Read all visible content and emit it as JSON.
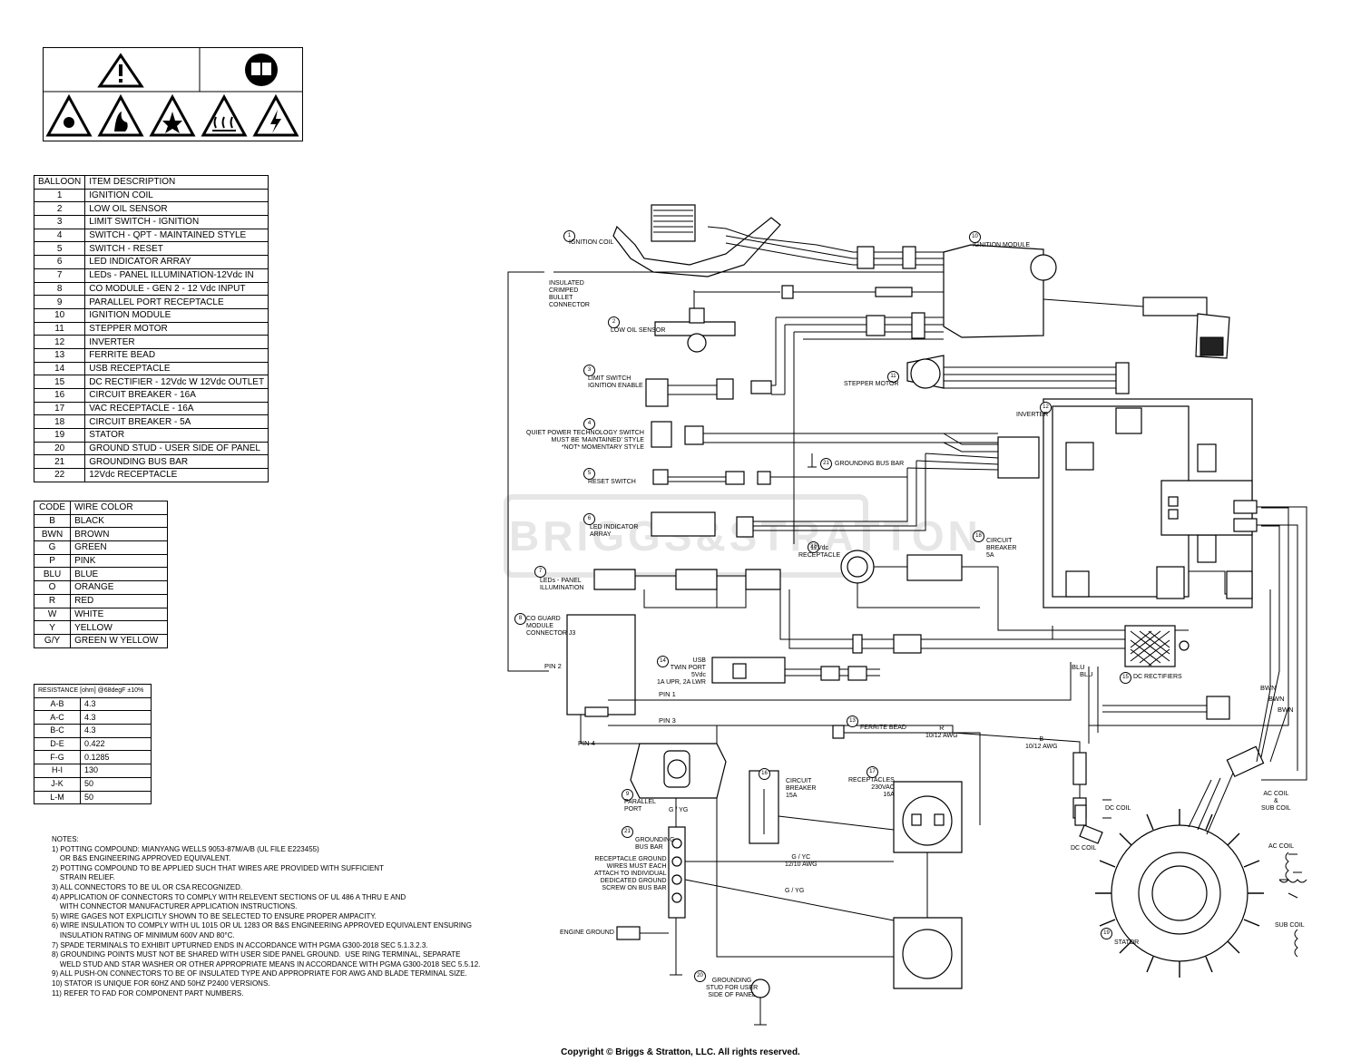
{
  "balloon_table": {
    "headers": [
      "BALLOON",
      "ITEM DESCRIPTION"
    ],
    "rows": [
      [
        "1",
        "IGNITION COIL"
      ],
      [
        "2",
        "LOW OIL SENSOR"
      ],
      [
        "3",
        "LIMIT SWITCH - IGNITION"
      ],
      [
        "4",
        "SWITCH - QPT - MAINTAINED STYLE"
      ],
      [
        "5",
        "SWITCH - RESET"
      ],
      [
        "6",
        "LED INDICATOR ARRAY"
      ],
      [
        "7",
        "LEDs - PANEL ILLUMINATION-12Vdc IN"
      ],
      [
        "8",
        "CO MODULE - GEN 2 - 12 Vdc INPUT"
      ],
      [
        "9",
        "PARALLEL PORT RECEPTACLE"
      ],
      [
        "10",
        "IGNITION MODULE"
      ],
      [
        "11",
        "STEPPER MOTOR"
      ],
      [
        "12",
        "INVERTER"
      ],
      [
        "13",
        "FERRITE BEAD"
      ],
      [
        "14",
        "USB RECEPTACLE"
      ],
      [
        "15",
        "DC RECTIFIER - 12Vdc W 12Vdc OUTLET"
      ],
      [
        "16",
        "CIRCUIT BREAKER - 16A"
      ],
      [
        "17",
        "VAC RECEPTACLE - 16A"
      ],
      [
        "18",
        "CIRCUIT BREAKER - 5A"
      ],
      [
        "19",
        "STATOR"
      ],
      [
        "20",
        "GROUND STUD - USER SIDE OF PANEL"
      ],
      [
        "21",
        "GROUNDING BUS BAR"
      ],
      [
        "22",
        "12Vdc RECEPTACLE"
      ]
    ]
  },
  "wire_table": {
    "headers": [
      "CODE",
      "WIRE COLOR"
    ],
    "rows": [
      [
        "B",
        "BLACK"
      ],
      [
        "BWN",
        "BROWN"
      ],
      [
        "G",
        "GREEN"
      ],
      [
        "P",
        "PINK"
      ],
      [
        "BLU",
        "BLUE"
      ],
      [
        "O",
        "ORANGE"
      ],
      [
        "R",
        "RED"
      ],
      [
        "W",
        "WHITE"
      ],
      [
        "Y",
        "YELLOW"
      ],
      [
        "G/Y",
        "GREEN W YELLOW"
      ]
    ]
  },
  "resistance_table": {
    "header": "RESISTANCE [ohm] @68degF ±10%",
    "rows": [
      [
        "A-B",
        "4.3"
      ],
      [
        "A-C",
        "4.3"
      ],
      [
        "B-C",
        "4.3"
      ],
      [
        "D-E",
        "0.422"
      ],
      [
        "F-G",
        "0.1285"
      ],
      [
        "H-I",
        "130"
      ],
      [
        "J-K",
        "50"
      ],
      [
        "L-M",
        "50"
      ]
    ]
  },
  "notes": [
    "NOTES:",
    "1) POTTING COMPOUND: MIANYANG WELLS 9053-87M/A/B (UL FILE E223455)",
    "    OR B&S ENGINEERING APPROVED EQUIVALENT.",
    "2) POTTING COMPOUND TO BE APPLIED SUCH THAT WIRES ARE PROVIDED WITH SUFFICIENT",
    "    STRAIN RELIEF.",
    "3) ALL CONNECTORS TO BE UL OR CSA RECOGNIZED.",
    "4) APPLICATION OF CONNECTORS TO COMPLY WITH RELEVENT SECTIONS OF UL 486 A THRU E AND",
    "    WITH CONNECTOR MANUFACTURER APPLICATION INSTRUCTIONS.",
    "5) WIRE GAGES NOT EXPLICITLY SHOWN TO BE SELECTED TO ENSURE PROPER AMPACITY.",
    "6) WIRE INSULATION TO COMPLY WITH UL 1015 OR UL 1283 OR B&S ENGINEERING APPROVED EQUIVALENT ENSURING",
    "    INSULATION RATING OF MINIMUM 600V AND 80°C.",
    "7) SPADE TERMINALS TO EXHIBIT UPTURNED ENDS IN ACCORDANCE WITH PGMA G300-2018 SEC 5.1.3.2.3.",
    "8) GROUNDING POINTS MUST NOT BE SHARED WITH USER SIDE PANEL GROUND.  USE RING TERMINAL, SEPARATE",
    "    WELD STUD AND STAR WASHER OR OTHER APPROPRIATE MEANS IN ACCORDANCE WITH PGMA G300-2018 SEC 5.5.12.",
    "9) ALL PUSH-ON CONNECTORS TO BE OF INSULATED TYPE AND APPROPRIATE FOR AWG AND BLADE TERMINAL SIZE.",
    "10) STATOR IS UNIQUE FOR 60HZ AND 50HZ P2400 VERSIONS.",
    "11) REFER TO FAD FOR COMPONENT PART NUMBERS."
  ],
  "labels": {
    "ignition_coil": "IGNITION COIL",
    "insulated_connector": "INSULATED\nCRIMPED\nBULLET\nCONNECTOR",
    "ignition_module": "IGNITION MODULE",
    "low_oil_sensor": "LOW OIL SENSOR",
    "limit_switch": "LIMIT SWITCH\nIGNITION ENABLE",
    "stepper_motor": "STEPPER MOTOR",
    "inverter": "INVERTER",
    "qpt_switch": "QUIET POWER TECHNOLOGY SWITCH\nMUST BE 'MAINTAINED' STYLE\n*NOT* MOMENTARY STYLE",
    "grounding_bus_bar_top": "GROUNDING BUS BAR",
    "reset_switch": "RESET SWITCH",
    "led_array": "LED INDICATOR\nARRAY",
    "receptacle_12v": "12Vdc\nRECEPTACLE",
    "circuit_breaker_5a": "CIRCUIT\nBREAKER\n5A",
    "leds_panel": "LEDs - PANEL\nILLUMINATION",
    "co_guard": "CO GUARD\nMODULE\nCONNECTOR J3",
    "usb": "USB\nTWIN PORT\n5Vdc\n1A UPR, 2A LWR",
    "dc_rectifiers": "DC RECTIFIERS",
    "ferrite_bead": "FERRITE BEAD",
    "awg_r": "R\n10/12 AWG",
    "awg_b": "B\n10/12 AWG",
    "parallel_port": "PARALLEL\nPORT",
    "circuit_breaker_15a": "CIRCUIT\nBREAKER\n15A",
    "receptacles": "RECEPTACLES\n230VAC\n16A",
    "grounding_bus_bar": "GROUNDING\nBUS BAR",
    "receptacle_ground": "RECEPTACLE GROUND\nWIRES MUST EACH\nATTACH TO INDIVIDUAL\nDEDICATED GROUND\nSCREW ON BUS BAR",
    "gyc": "G / YC\n12/10 AWG",
    "gyg": "G / YG",
    "gyg_port": "G / YG",
    "engine_ground": "ENGINE GROUND",
    "grounding_stud": "GROUNDING\nSTUD FOR USER\nSIDE OF PANEL",
    "dc_coil_label": "DC COIL",
    "dc_coil_right": "DC COIL",
    "ac_coil": "AC COIL\n&\nSUB COIL",
    "ac_coil_right": "AC COIL",
    "sub_coil": "SUB COIL",
    "stator": "STATOR",
    "pin2": "PIN 2",
    "pin1": "PIN 1",
    "pin3": "PIN 3",
    "pin4": "PIN 4",
    "blu": "BLU",
    "bwn": "BWN",
    "watermark": "BRIGGS&STRATTON"
  },
  "copyright": "Copyright © Briggs & Stratton, LLC. All rights reserved."
}
